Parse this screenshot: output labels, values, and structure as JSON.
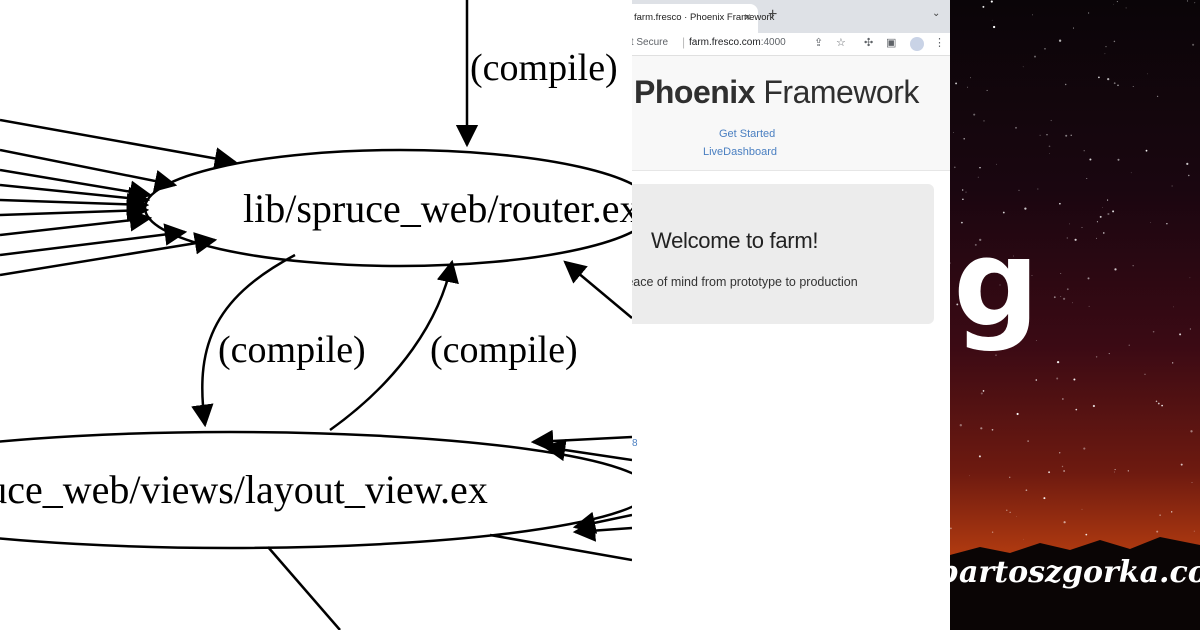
{
  "graph": {
    "router_label": "lib/spruce_web/router.ex",
    "layout_label": "lib/spruce_web/views/layout_view.ex",
    "edge_labels": [
      "(compile)",
      "(compile)",
      "(compile)"
    ]
  },
  "browser": {
    "tab_title": "farm.fresco · Phoenix Framework",
    "tab_close": "×",
    "new_tab": "+",
    "tab_menu": "⌄",
    "security": "Not Secure",
    "url_host": "farm.fresco.com",
    "url_port": ":4000",
    "page": {
      "logo_strong": "Phoenix",
      "logo_rest": " Framework",
      "nav": [
        "Get Started",
        "LiveDashboard"
      ],
      "hero_title": "Welcome to farm!",
      "hero_subtitle": "Peace of mind from prototype to production",
      "stray_link": "8"
    }
  },
  "background": {
    "big_text": "ng",
    "site_text": "bartoszgorka.com"
  },
  "colors": {
    "link": "#4a7fc1",
    "hero_bg": "#ececec",
    "tabbar_bg": "#dee1e6"
  }
}
